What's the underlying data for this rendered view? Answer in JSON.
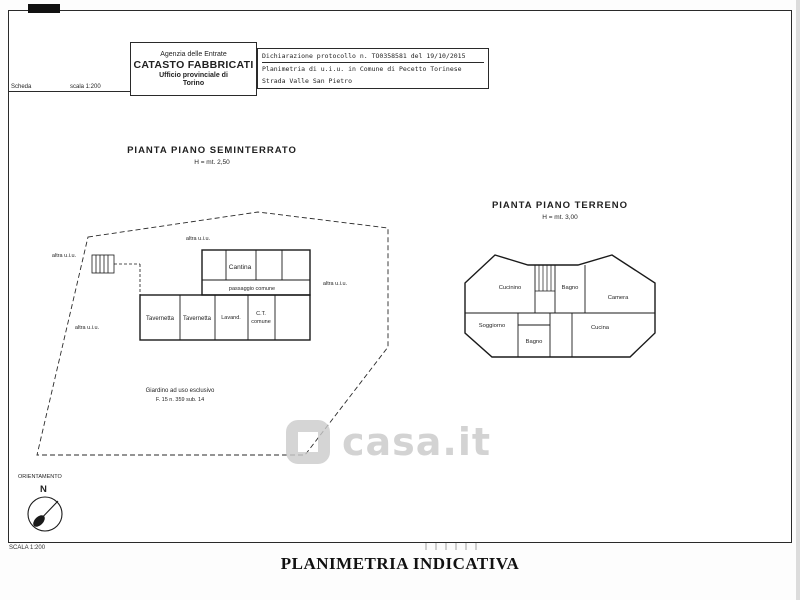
{
  "header": {
    "scheda": "Scheda",
    "scala": "scala 1:200",
    "agency": {
      "line1": "Agenzia delle Entrate",
      "line2": "CATASTO FABBRICATI",
      "line3": "Ufficio provinciale di",
      "line4": "Torino"
    },
    "protocol": {
      "line1": "Dichiarazione protocollo n.  TO0358581 del  19/10/2015",
      "line2": "Planimetria di u.i.u. in Comune di Pecetto Torinese",
      "line3": "Strada Valle San Pietro"
    }
  },
  "plan_seminterrato": {
    "title": "PIANTA PIANO SEMINTERRATO",
    "height_note": "H = mt. 2,50",
    "labels": {
      "altra_top": "altra u.i.u.",
      "altra_left": "altra u.i.u.",
      "altra_lower": "altra u.i.u.",
      "altra_right": "altra u.i.u.",
      "cantina": "Cantina",
      "passaggio": "passaggio comune",
      "tavernetta1": "Tavernetta",
      "tavernetta2": "Tavernetta",
      "lavand": "Lavand.",
      "ct_line1": "C.T.",
      "ct_line2": "comune",
      "giardino_line1": "Giardino ad uso esclusivo",
      "giardino_line2": "F. 15 n. 359 sub. 14"
    }
  },
  "plan_terreno": {
    "title": "PIANTA PIANO TERRENO",
    "height_note": "H = mt. 3,00",
    "rooms": {
      "cucinino": "Cucinino",
      "bagno_top": "Bagno",
      "camera": "Camera",
      "soggiorno": "Soggiorno",
      "bagno_bottom": "Bagno",
      "cucina": "Cucina"
    }
  },
  "orientation": {
    "label": "ORIENTAMENTO",
    "north": "N"
  },
  "watermark": {
    "text": "casa.it"
  },
  "footer": {
    "scale": "SCALA 1:200",
    "title": "PLANIMETRIA INDICATIVA"
  },
  "colors": {
    "ink": "#1f1f1f",
    "watermark_gray": "#c9c9c9"
  }
}
